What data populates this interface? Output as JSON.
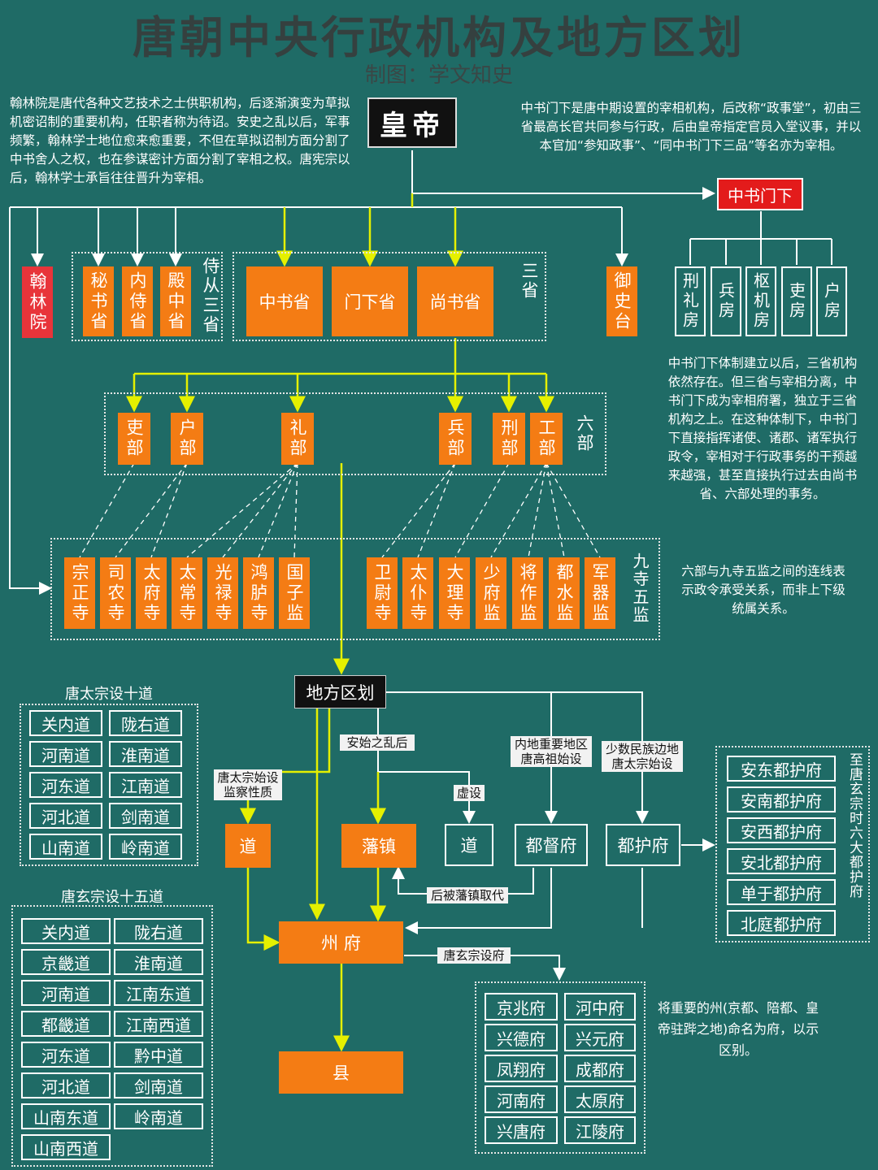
{
  "header": {
    "title": "唐朝中央行政机构及地方区划",
    "subtitle": "制图：学文知史"
  },
  "notes": {
    "hanlin": "翰林院是唐代各种文艺技术之士供职机构，后逐渐演变为草拟机密诏制的重要机构，任职者称为待诏。安史之乱以后，军事频繁，翰林学士地位愈来愈重要，不但在草拟诏制方面分割了中书舍人之权，也在参谋密计方面分割了宰相之权。唐宪宗以后，翰林学士承旨往往晋升为宰相。",
    "zsmx": "中书门下是唐中期设置的宰相机构，后改称“政事堂”，初由三省最高长官共同参与行政，后由皇帝指定官员入堂议事，并以本官加“参知政事”、“同中书门下三品”等名亦为宰相。",
    "zsmx_system": "中书门下体制建立以后，三省机构依然存在。但三省与宰相分离，中书门下成为宰相府署，独立于三省机构之上。在这种体制下，中书门下直接指挥诸使、诸郡、诸军执行政令，宰相对于行政事务的干预越来越强，甚至直接执行过去由尚书省、六部处理的事务。",
    "dashed": "六部与九寺五监之间的连线表示政令承受关系，而非上下级统属关系。",
    "fu": "将重要的州(京都、陪都、皇帝驻跸之地)命名为府，以示区别。"
  },
  "emperor": "皇帝",
  "zsmx_title": "中书门下",
  "zsmx_rooms": [
    "刑礼房",
    "兵房",
    "枢机房",
    "吏房",
    "户房"
  ],
  "hanlin": "翰林院",
  "shicong": {
    "label": "侍从三省",
    "items": [
      "秘书省",
      "内侍省",
      "殿中省"
    ]
  },
  "sansheng": {
    "label": "三省",
    "items": [
      "中书省",
      "门下省",
      "尚书省"
    ]
  },
  "yushitai": "御史台",
  "liubu": {
    "label": "六部",
    "items": [
      "吏部",
      "户部",
      "礼部",
      "兵部",
      "刑部",
      "工部"
    ]
  },
  "jiusi": {
    "label": "九寺五监",
    "left": [
      "宗正寺",
      "司农寺",
      "太府寺",
      "太常寺",
      "光禄寺",
      "鸿胪寺",
      "国子监"
    ],
    "right": [
      "卫尉寺",
      "太仆寺",
      "大理寺",
      "少府监",
      "将作监",
      "都水监",
      "军器监"
    ]
  },
  "local": {
    "title": "地方区划",
    "dao_label": "唐太宗始设监察性质",
    "dao": "道",
    "anshi": "安始之乱后",
    "fanzhen": "藩镇",
    "xushe": "虚设",
    "dao2": "道",
    "dudu_label": "内地重要地区唐高祖始设",
    "duhu_label": "少数民族边地唐太宗始设",
    "dudufu": "都督府",
    "duhufu": "都护府",
    "replaced": "后被藩镇取代",
    "zhoufu": "州 府",
    "xuanzong_fu": "唐玄宗设府",
    "xian": "县"
  },
  "taizong_dao": {
    "title": "唐太宗设十道",
    "items": [
      "关内道",
      "陇右道",
      "河南道",
      "淮南道",
      "河东道",
      "江南道",
      "河北道",
      "剑南道",
      "山南道",
      "岭南道"
    ]
  },
  "xuanzong_dao": {
    "title": "唐玄宗设十五道",
    "items": [
      "关内道",
      "陇右道",
      "京畿道",
      "淮南道",
      "河南道",
      "江南东道",
      "都畿道",
      "江南西道",
      "河东道",
      "黔中道",
      "河北道",
      "剑南道",
      "山南东道",
      "岭南道",
      "山南西道"
    ]
  },
  "duhu_list": {
    "label": "至唐玄宗时六大都护府",
    "items": [
      "安东都护府",
      "安南都护府",
      "安西都护府",
      "安北都护府",
      "单于都护府",
      "北庭都护府"
    ]
  },
  "fu_list": [
    "京兆府",
    "河中府",
    "兴德府",
    "兴元府",
    "凤翔府",
    "成都府",
    "河南府",
    "太原府",
    "兴唐府",
    "江陵府"
  ],
  "colors": {
    "background": "#1f6b66",
    "orange": "#f47c14",
    "red": "#e31b1b",
    "line_yellow": "#e5f000"
  }
}
